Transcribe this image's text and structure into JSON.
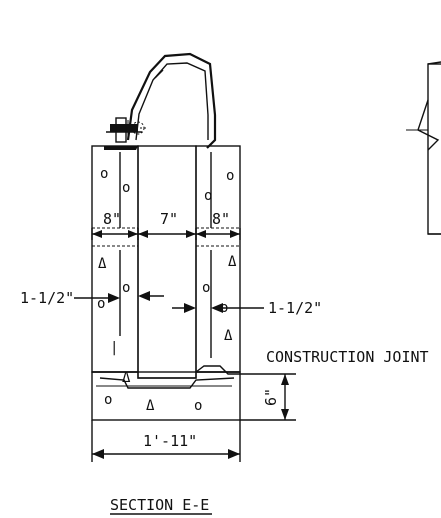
{
  "labels": {
    "dim_left_wall": "8\"",
    "dim_gap": "7\"",
    "dim_right_wall": "8\"",
    "dim_left_inset": "1-1/2\"",
    "dim_right_inset": "1-1/2\"",
    "construction_joint": "CONSTRUCTION JOINT",
    "dim_height": "6\"",
    "dim_overall_width": "1'-11\"",
    "section_title": "SECTION E-E"
  }
}
